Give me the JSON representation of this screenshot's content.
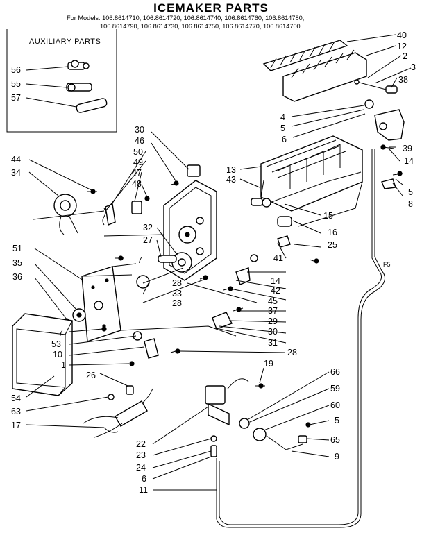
{
  "title": "ICEMAKER PARTS",
  "models": {
    "prefix": "For Models:",
    "line1": "106.8614710, 106.8614720, 106.8614740, 106.8614760, 106.8614780,",
    "line2": "106.8614790, 106.8614730, 106.8614750, 106.8614770, 106.8614700"
  },
  "auxiliary": {
    "title": "AUXILIARY PARTS",
    "labels": [
      "56",
      "55",
      "57"
    ]
  },
  "figure_code": "F5",
  "callouts": {
    "c40": "40",
    "c12": "12",
    "c2": "2",
    "c3": "3",
    "c38": "38",
    "c4": "4",
    "c5a": "5",
    "c6a": "6",
    "c39": "39",
    "c14a": "14",
    "c5b": "5",
    "c8": "8",
    "c13": "13",
    "c43": "43",
    "c15": "15",
    "c16": "16",
    "c25": "25",
    "c30a": "30",
    "c46": "46",
    "c50": "50",
    "c49": "49",
    "c47": "47",
    "c48": "48",
    "c44": "44",
    "c34": "34",
    "c32": "32",
    "c27": "27",
    "c41": "41",
    "c14b": "14",
    "c42": "42",
    "c45": "45",
    "c37": "37",
    "c29": "29",
    "c30b": "30",
    "c31": "31",
    "c51": "51",
    "c7a": "7",
    "c35": "35",
    "c36": "36",
    "c28a": "28",
    "c33": "33",
    "c28b": "28",
    "c7b": "7",
    "c53": "53",
    "c10": "10",
    "c1": "1",
    "c28c": "28",
    "c26": "26",
    "c19": "19",
    "c54": "54",
    "c63": "63",
    "c17": "17",
    "c66": "66",
    "c59": "59",
    "c60": "60",
    "c5c": "5",
    "c65": "65",
    "c9": "9",
    "c22": "22",
    "c23": "23",
    "c24": "24",
    "c6b": "6",
    "c11": "11"
  }
}
